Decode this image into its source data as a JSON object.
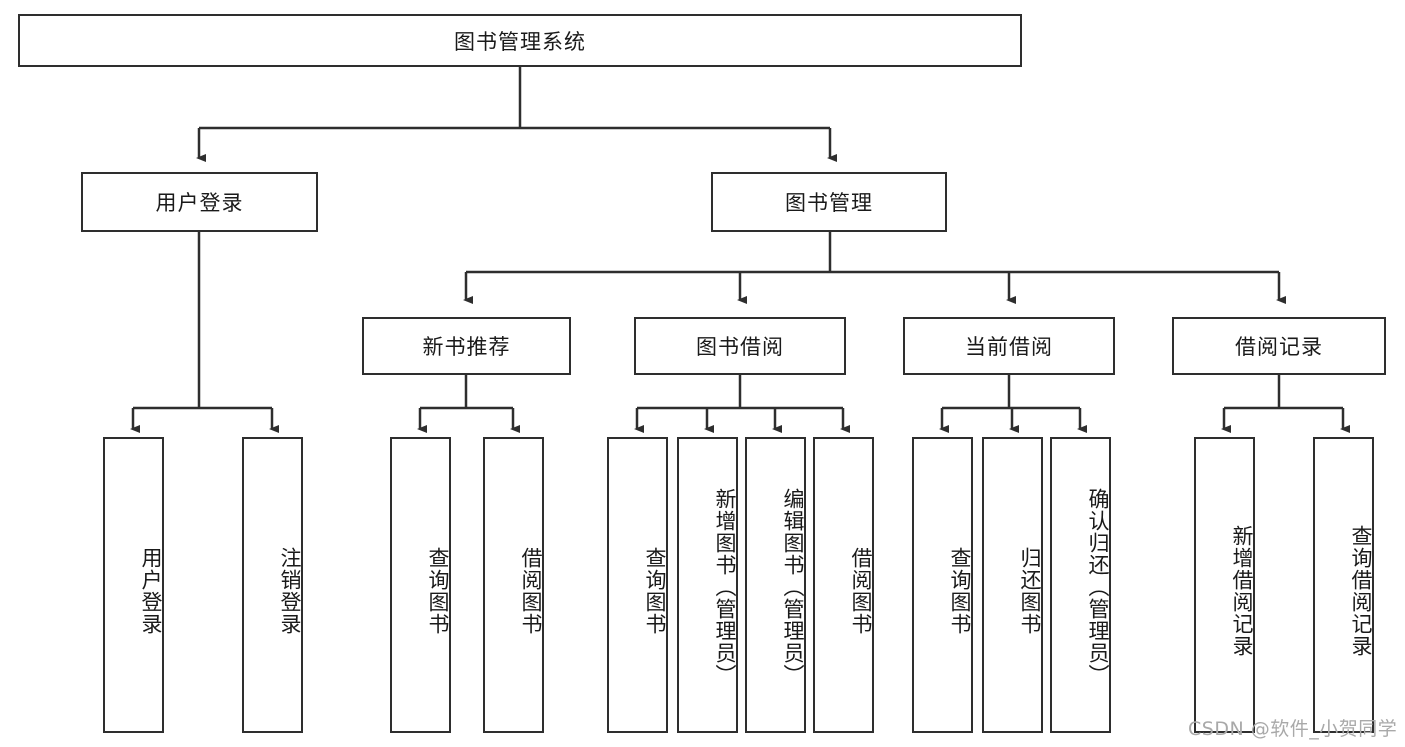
{
  "diagram": {
    "type": "hierarchy-tree",
    "root": {
      "label": "图书管理系统"
    },
    "level2": [
      {
        "label": "用户登录"
      },
      {
        "label": "图书管理"
      }
    ],
    "level3": [
      {
        "label": "新书推荐"
      },
      {
        "label": "图书借阅"
      },
      {
        "label": "当前借阅"
      },
      {
        "label": "借阅记录"
      }
    ],
    "leaves": {
      "user_login": [
        {
          "label": "用户登录"
        },
        {
          "label": "注销登录"
        }
      ],
      "new_book_recommend": [
        {
          "label": "查询图书"
        },
        {
          "label": "借阅图书"
        }
      ],
      "book_borrow": [
        {
          "label": "查询图书"
        },
        {
          "label": "新增图书（管理员）"
        },
        {
          "label": "编辑图书（管理员）"
        },
        {
          "label": "借阅图书"
        }
      ],
      "current_borrow": [
        {
          "label": "查询图书"
        },
        {
          "label": "归还图书"
        },
        {
          "label": "确认归还（管理员）"
        }
      ],
      "borrow_record": [
        {
          "label": "新增借阅记录"
        },
        {
          "label": "查询借阅记录"
        }
      ]
    }
  },
  "watermark": {
    "text": "CSDN @软件_小贺同学"
  },
  "colors": {
    "border": "#2e2e2e",
    "text": "#1a1a1a",
    "background": "#ffffff",
    "watermark": "#a9a9a9"
  }
}
